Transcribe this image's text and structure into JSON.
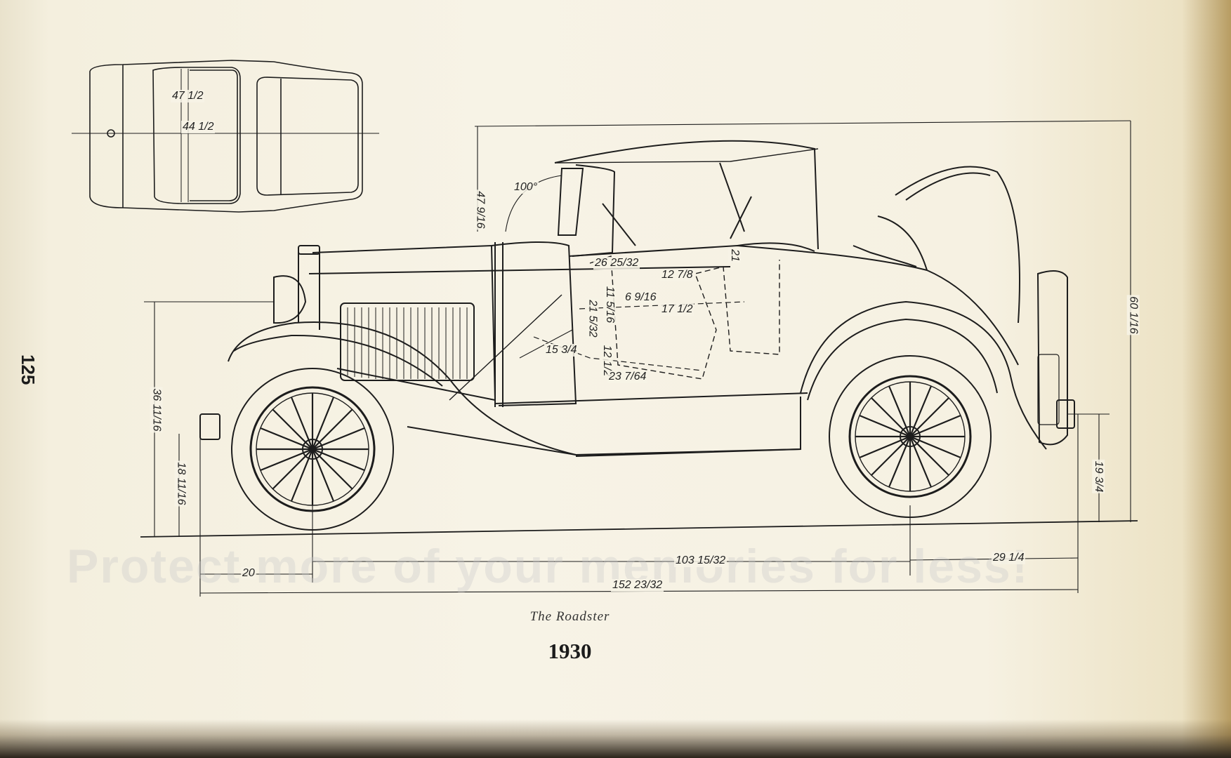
{
  "page": {
    "number": "125",
    "caption": "The Roadster",
    "year": "1930",
    "watermark": "Protect more of your memories for less!"
  },
  "dimensions": {
    "overall_length": "152 23/32",
    "wheelbase": "103 15/32",
    "front_overhang": "20",
    "rear_overhang": "29 1/4",
    "overall_height": "60 1/16",
    "windshield_height": "47 9/16",
    "frame_front_height": "36 11/16",
    "bumper_front_height": "18 11/16",
    "bumper_rear_height": "19 3/4",
    "top_view_width_1": "47 1/2",
    "top_view_width_2": "44 1/2",
    "windshield_angle": "100°",
    "door_depth": "26 25/32",
    "seat_back": "12 7/8",
    "seat_height": "11 5/16",
    "door_dim": "6 9/16",
    "seat_length": "17 1/2",
    "seat_cushion": "21 5/32",
    "steering_radius": "15 3/4",
    "floor_height": "12 1/2",
    "floor_length": "23 7/64",
    "top_angle": "21"
  },
  "colors": {
    "paper": "#f7f3e6",
    "ink": "#1b1b1b"
  }
}
